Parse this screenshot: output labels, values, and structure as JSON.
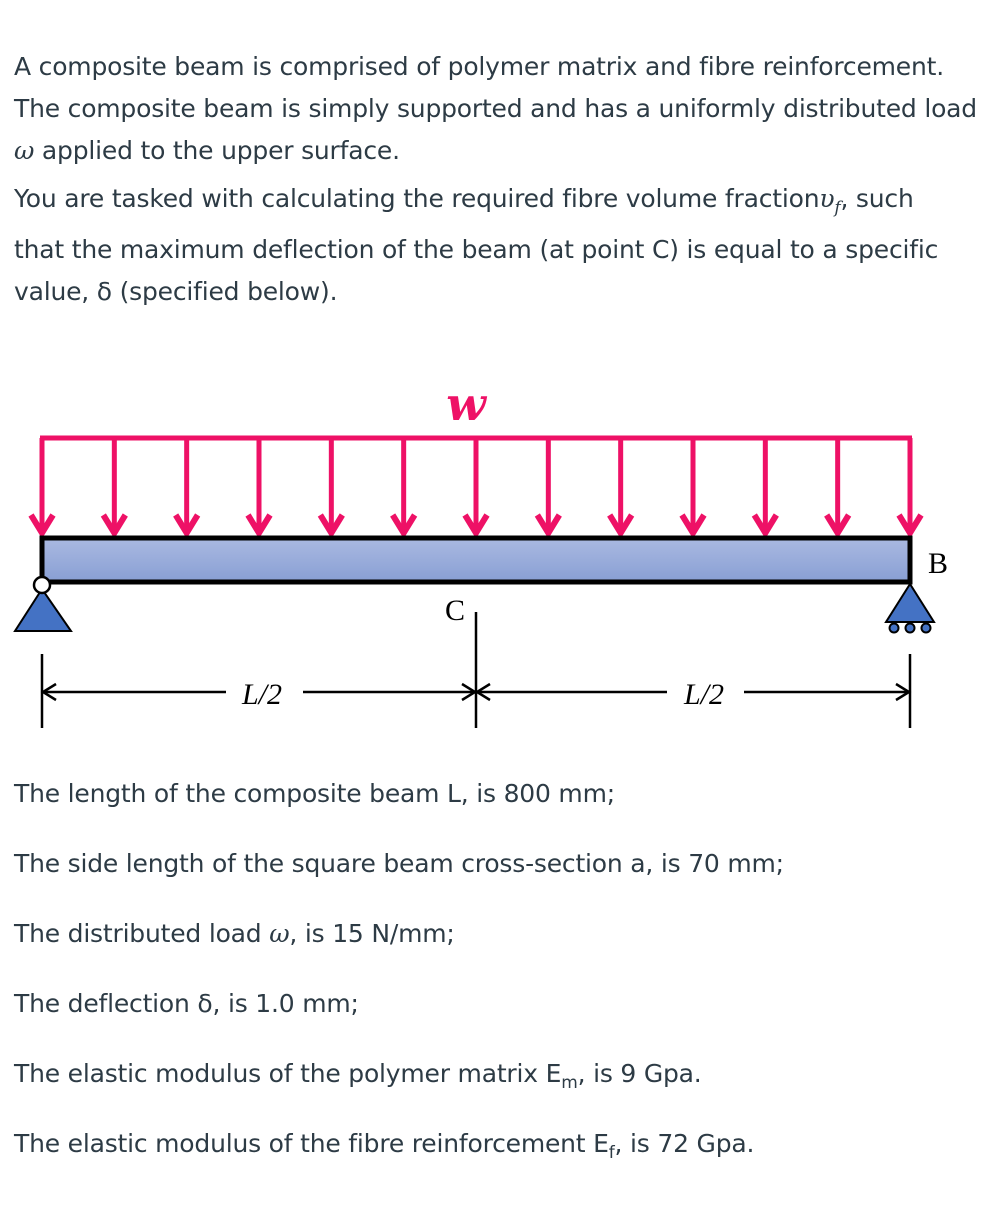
{
  "intro": {
    "p1_line1": "A composite beam is comprised of polymer matrix and fibre reinforcement.",
    "p1_line2": "The composite beam is simply supported and has a uniformly distributed load",
    "p1_omega": "ω",
    "p1_line3_rest": " applied to the upper surface.",
    "p2_line1_a": "You are tasked with calculating the required fibre volume fraction",
    "p2_vf_symbol": "υ",
    "p2_vf_sub": "f",
    "p2_line1_b": ", such",
    "p2_line2": "that the maximum deflection of the beam (at point C) is equal to a specific",
    "p2_line3": "value, δ (specified below)."
  },
  "diagram": {
    "load_label": "w",
    "point_c_label": "C",
    "point_b_label": "B",
    "dim_left_label": "L/2",
    "dim_right_label": "L/2",
    "load_arrow_count": 13,
    "colors": {
      "load": "#ee1166",
      "beam_top": "#a9b8e0",
      "beam_bottom": "#8aa0d4",
      "support": "#4472c4",
      "outline": "#000000"
    }
  },
  "given": {
    "length": {
      "text": "The length of the composite beam L, is 800 mm;"
    },
    "side": {
      "text": "The side length of the square beam cross-section a, is 70 mm;"
    },
    "load": {
      "prefix": "The distributed load ",
      "symbol": "ω",
      "suffix": ", is 15 N/mm;"
    },
    "deflection": {
      "text": "The deflection δ, is 1.0 mm;"
    },
    "em": {
      "prefix": "The elastic modulus of the polymer matrix E",
      "sub": "m",
      "suffix": ", is 9 Gpa."
    },
    "ef": {
      "prefix": "The elastic modulus of the fibre reinforcement E",
      "sub": "f",
      "suffix": ", is 72 Gpa."
    }
  }
}
